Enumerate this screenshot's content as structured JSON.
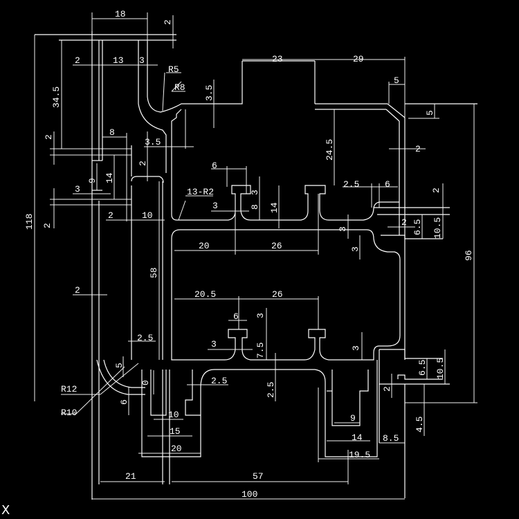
{
  "drawing": {
    "type": "aluminium profile cross-section",
    "ucs_label": "X",
    "colors": {
      "background": "#000000",
      "lines": "#ffffff"
    }
  },
  "dimensions": {
    "top_18": "18",
    "top_2": "2",
    "d_2a": "2",
    "d_13": "13",
    "d_3a": "3",
    "r5": "R5",
    "r8": "R8",
    "d_34_5": "34.5",
    "d_3_5v": "3.5",
    "d_23": "23",
    "d_29": "29",
    "d_5h": "5",
    "d_5v": "5",
    "d_8": "8",
    "d_2b": "2",
    "d_3_5h": "3.5",
    "d_2c": "2",
    "d_24_5": "24.5",
    "d_2d": "2",
    "d_6a": "6",
    "d_9": "9",
    "d_14a": "14",
    "d_3b": "3",
    "r13": "13-R2",
    "d_3c": "3",
    "d_8b": "8",
    "d_3d": "3",
    "d_14b": "14",
    "d_2_5a": "2.5",
    "d_6b": "6",
    "d_2e": "2",
    "d_2f": "2",
    "d_10a": "10",
    "d_2g": "2",
    "d_6_5a": "6.5",
    "d_10_5a": "10.5",
    "d_3e": "3",
    "d_3f": "3",
    "d_118": "118",
    "d_96": "96",
    "d_20a": "20",
    "d_26a": "26",
    "d_58": "58",
    "d_2h": "2",
    "d_20_5": "20.5",
    "d_26b": "26",
    "d_6c": "6",
    "d_3g": "3",
    "d_3h": "3",
    "d_7_5": "7.5",
    "d_3i": "3",
    "d_2_5b": "2.5",
    "d_5c": "5",
    "d_2_5c": "2.5",
    "d_2_5d": "2.5",
    "d_0": "0",
    "d_6_5b": "6.5",
    "d_10_5b": "10.5",
    "d_2i": "2",
    "r12": "R12",
    "r10": "R10",
    "d_6d": "6",
    "d_10b": "10",
    "d_9b": "9",
    "d_4_5": "4.5",
    "d_15": "15",
    "d_14c": "14",
    "d_8_5": "8.5",
    "d_20b": "20",
    "d_19_5": "19.5",
    "d_21": "21",
    "d_57": "57",
    "d_100": "100"
  }
}
